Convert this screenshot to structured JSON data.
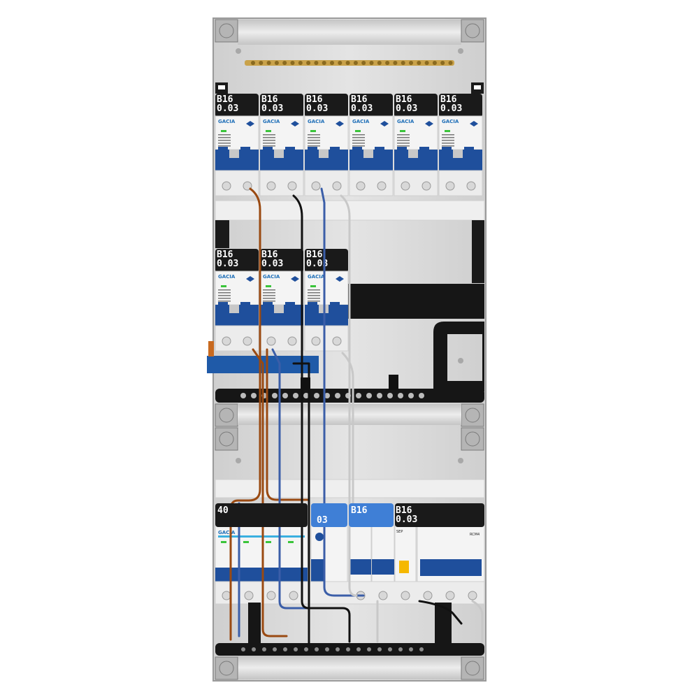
{
  "panel": {
    "rows": [
      {
        "id": "row1",
        "breakers": [
          {
            "rating": "B16",
            "sensitivity": "0.03",
            "brand": "GACIA"
          },
          {
            "rating": "B16",
            "sensitivity": "0.03",
            "brand": "GACIA"
          },
          {
            "rating": "B16",
            "sensitivity": "0.03",
            "brand": "GACIA"
          },
          {
            "rating": "B16",
            "sensitivity": "0.03",
            "brand": "GACIA"
          },
          {
            "rating": "B16",
            "sensitivity": "0.03",
            "brand": "GACIA"
          },
          {
            "rating": "B16",
            "sensitivity": "0.03",
            "brand": "GACIA"
          }
        ]
      },
      {
        "id": "row2",
        "breakers": [
          {
            "rating": "B16",
            "sensitivity": "0.03",
            "brand": "GACIA"
          },
          {
            "rating": "B16",
            "sensitivity": "0.03",
            "brand": "GACIA"
          },
          {
            "rating": "B16",
            "sensitivity": "0.03",
            "brand": "GACIA"
          }
        ]
      }
    ],
    "bottom_row": {
      "main_label": "40",
      "mid_label": "03",
      "blue_label": "B16",
      "rcbo_rating": "B16",
      "rcbo_sensitivity": "0.03",
      "rcm_label": "RCM4",
      "brand": "GACIA",
      "sep_brand": "SEP"
    }
  },
  "colors": {
    "panel": "#d9d9d9",
    "label_black": "#1a1a1a",
    "breaker_blue": "#1f4f9c",
    "wire_brown": "#9a4a12",
    "wire_blue": "#3b5ea8",
    "wire_black": "#111111",
    "wire_grey": "#c8c8c8",
    "bus_gold": "#c9a24a"
  }
}
